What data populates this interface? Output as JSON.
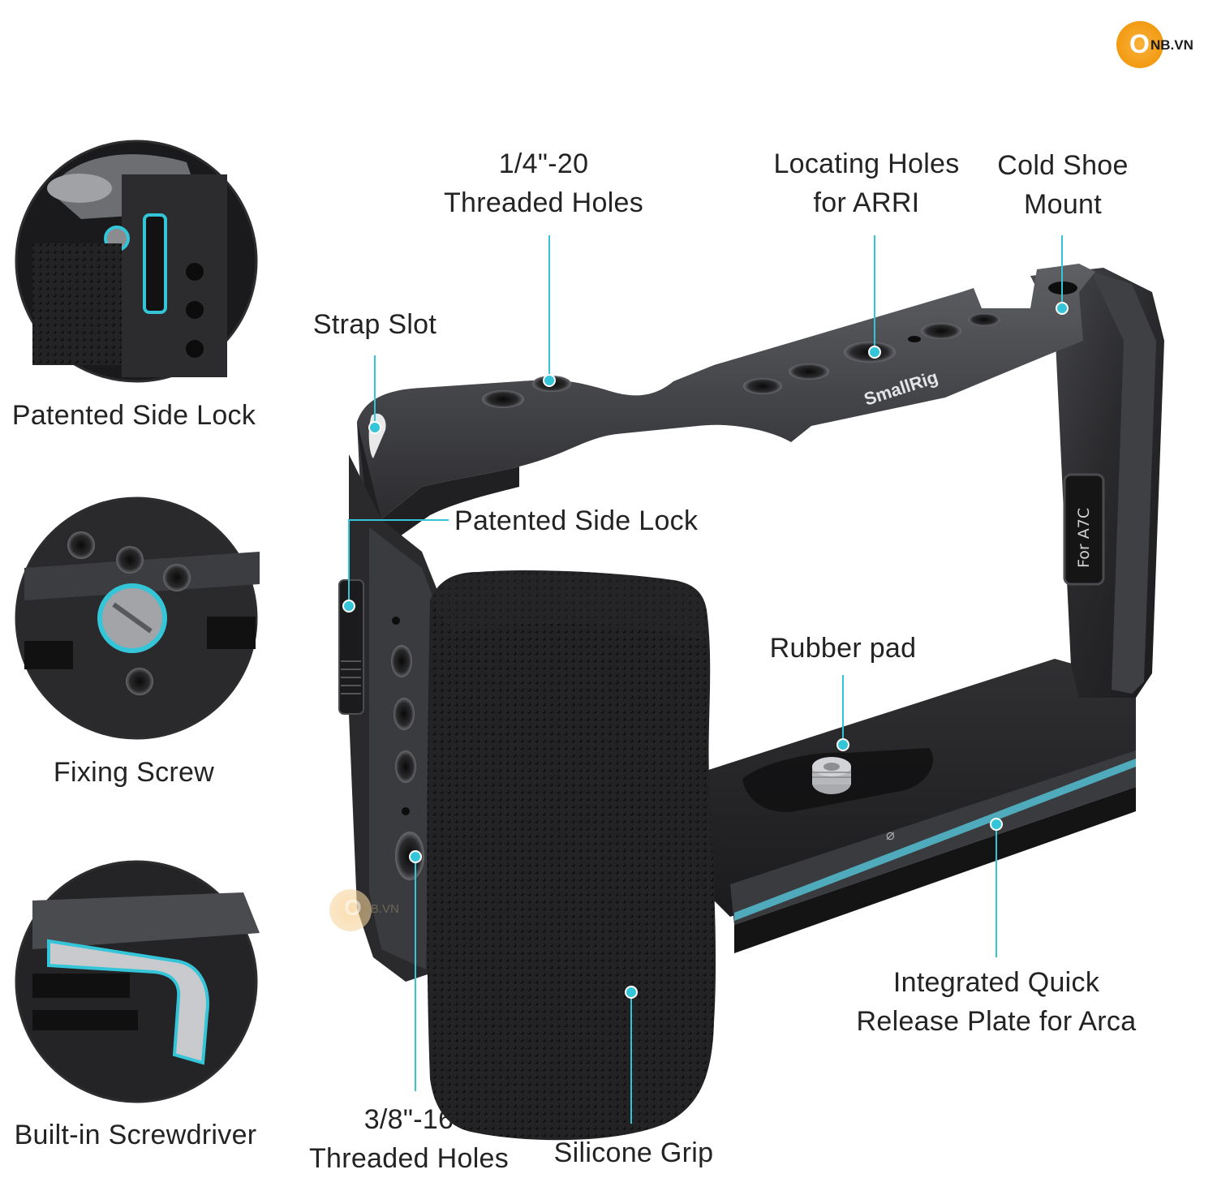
{
  "brand": {
    "logo_o": "O",
    "logo_text": "NB.VN",
    "watermark_o": "O",
    "watermark_text": "NB.VN",
    "accent": "#f7a21b"
  },
  "cage": {
    "engraving": "SmallRig",
    "model_tag": "For A7C"
  },
  "insets": [
    {
      "label": "Patented Side Lock"
    },
    {
      "label": "Fixing Screw"
    },
    {
      "label": "Built-in Screwdriver"
    }
  ],
  "callouts": {
    "threaded_14": [
      "1/4\"-20",
      "Threaded Holes"
    ],
    "locating_holes": [
      "Locating Holes",
      "for ARRI"
    ],
    "cold_shoe": [
      "Cold Shoe",
      "Mount"
    ],
    "strap_slot": [
      "Strap Slot"
    ],
    "side_lock": [
      "Patented Side Lock"
    ],
    "rubber_pad": [
      "Rubber pad"
    ],
    "quick_release": [
      "Integrated Quick",
      "Release Plate for Arca"
    ],
    "threaded_38": [
      "3/8\"-16",
      "Threaded Holes"
    ],
    "silicone_grip": [
      "Silicone Grip"
    ]
  },
  "colors": {
    "leader": "#35c5d9",
    "metal": "#2b2b2d",
    "metal_light": "#5a5b5e",
    "grip": "#1e1e20"
  }
}
